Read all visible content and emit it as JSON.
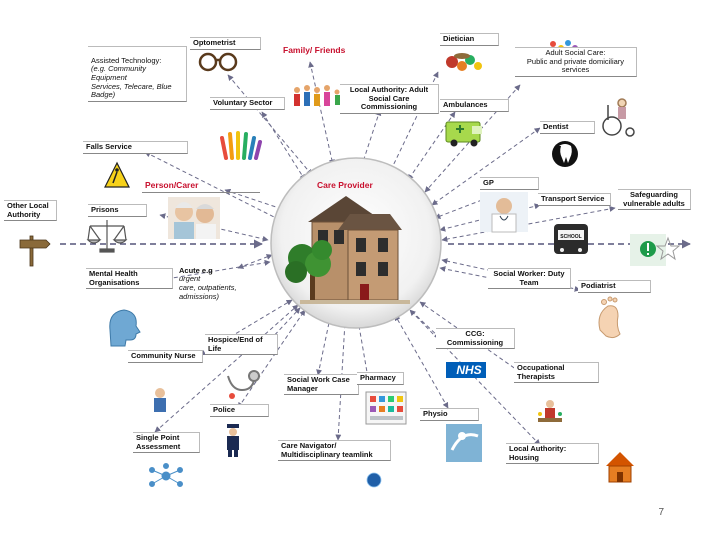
{
  "center": {
    "title": "Care Provider"
  },
  "nodes": {
    "optometrist": "Optometrist",
    "family": "Family/ Friends",
    "dietician": "Dietician",
    "assisted_tech_title": "Assisted Technology:",
    "assisted_tech_detail": "(e.g. Community Equipment\nServices, Telecare, Blue Badge)",
    "adult_social_care": "Adult Social Care:\nPublic and private domiciliary\nservices",
    "la_commissioning": "Local Authority: Adult\nSocial Care Commissioning",
    "voluntary": "Voluntary Sector",
    "ambulances": "Ambulances",
    "dentist": "Dentist",
    "falls": "Falls Service",
    "person_carer": "Person/Carer",
    "gp": "GP",
    "transport": "Transport Service",
    "safeguarding": "Safeguarding\nvulnerable adults",
    "other_la": "Other Local\nAuthority",
    "prisons": "Prisons",
    "acute_title": "Acute e.g",
    "acute_detail": "urgent\ncare, outpatients,\nadmissions)",
    "mental_health": "Mental Health\nOrganisations",
    "social_worker_duty": "Social Worker: Duty\nTeam",
    "podiatrist": "Podiatrist",
    "hospice": "Hospice/End of Life",
    "ccg": "CCG:\nCommissioning",
    "community_nurse": "Community Nurse",
    "nhs": "NHS",
    "sw_case_manager": "Social Work Case\nManager",
    "pharmacy": "Pharmacy",
    "occ_therapists": "Occupational\nTherapists",
    "police": "Police",
    "physio": "Physio",
    "single_point": "Single Point\nAssessment",
    "care_navigator": "Care Navigator/\nMultidisciplinary teamlink",
    "la_housing": "Local Authority: Housing"
  },
  "icons": [
    "glasses-icon",
    "family-icon",
    "vegetables-icon",
    "pills-icon",
    "ambulance-icon",
    "hands-icon",
    "tooth-icon",
    "wheelchair-icon",
    "wet-floor-icon",
    "elderly-couple-icon",
    "doctor-icon",
    "bus-icon",
    "alert-icon",
    "signpost-icon",
    "scales-icon",
    "head-icon",
    "foot-icon",
    "stethoscope-icon",
    "nurse-icon",
    "pharmacy-shelf-icon",
    "ot-icon",
    "police-icon",
    "physio-icon",
    "network-icon",
    "globe-icon",
    "house-icon",
    "house-tree-icon"
  ],
  "colors": {
    "arrow": "#6b6b8a",
    "accent_red": "#c8102e",
    "nhs_blue": "#005eb8",
    "hub_bg": "#f2f2f2"
  },
  "page_number": "7"
}
